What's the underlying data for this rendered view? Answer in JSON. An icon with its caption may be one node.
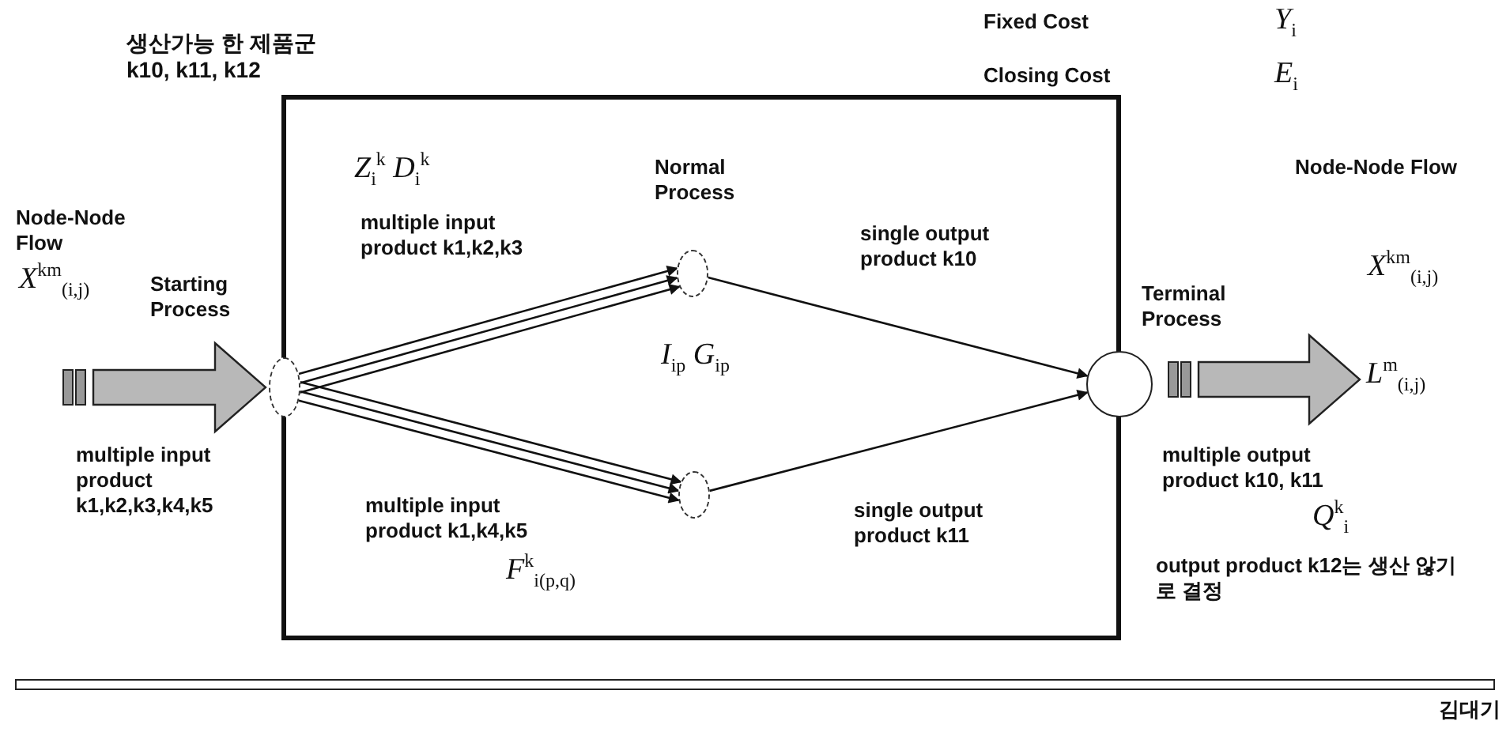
{
  "diagram": {
    "nodes": [
      {
        "text": [
          "생산가능 한 제품군 k10, k11, k12"
        ]
      },
      {
        "text": [],
        "shape": "ellipse",
        "beside": [
          "Starting Process"
        ]
      },
      {
        "text": [],
        "shape": "ellipse",
        "in": 0,
        "beside": [
          "Normal Process"
        ]
      },
      {
        "text": [],
        "shape": "ellipse",
        "in": 0
      },
      {
        "text": [],
        "shape": "circle",
        "beside": [
          "Terminal Process"
        ]
      }
    ],
    "edges": [
      {
        "from": null,
        "to": 1,
        "arrow": "to",
        "style": "thick"
      },
      {
        "from": 1,
        "to": 2,
        "arrow": "to"
      },
      {
        "from": 1,
        "to": 2,
        "arrow": "to"
      },
      {
        "from": 1,
        "to": 2,
        "arrow": "to"
      },
      {
        "from": 1,
        "to": 3,
        "arrow": "to"
      },
      {
        "from": 1,
        "to": 3,
        "arrow": "to"
      },
      {
        "from": 1,
        "to": 3,
        "arrow": "to"
      },
      {
        "from": 2,
        "to": 4,
        "arrow": "to"
      },
      {
        "from": 3,
        "to": 4,
        "arrow": "to"
      },
      {
        "from": 4,
        "to": null,
        "arrow": "to",
        "style": "thick"
      }
    ],
    "labels": [
      "Fixed Cost",
      "*Y*$_{i}$",
      "Closing Cost",
      "*E*$_{i}$",
      "*Z*$_{i}$$^{k}$ *D*$_{i}$$^{k}$",
      "Node-Node Flow",
      "*X*$^{km}$$_{(i,j)}$",
      "multiple input product k1,k2,k3",
      "single output product k10",
      "Node-Node Flow",
      "*X*$^{km}$$_{(i,j)}$",
      "*I*$_{ip}$ *G*$_{ip}$",
      "*L*$^{m}$$_{(i,j)}$",
      "multiple input product k1,k2,k3,k4,k5",
      "multiple input product k1,k4,k5",
      "*F*$^{k}$$_{i(p,q)}$",
      "single output product k11",
      "multiple output product k10, k11",
      "*Q*$^{k}$$_{i}$",
      "output product k12는 생산 않기로 결정",
      "김대기"
    ]
  }
}
